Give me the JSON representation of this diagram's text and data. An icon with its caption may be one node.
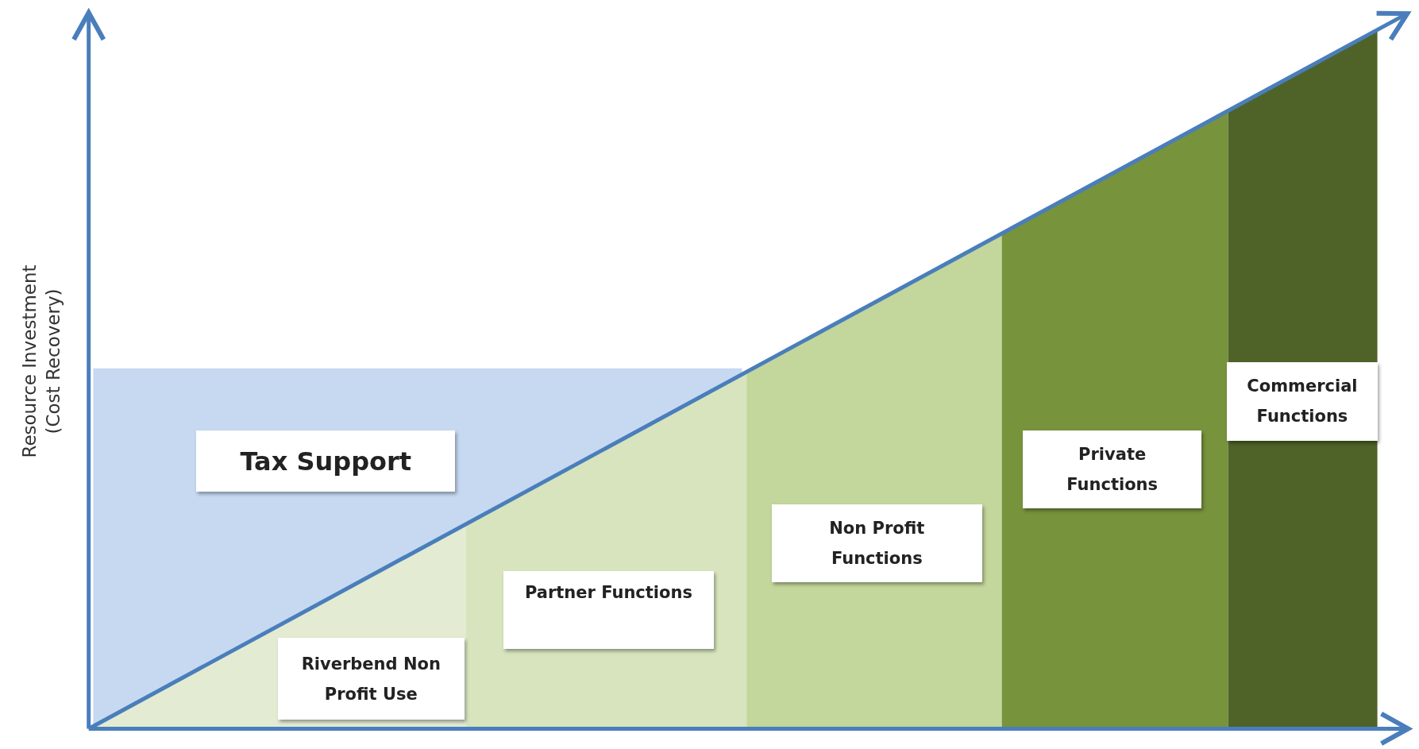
{
  "diagram": {
    "nodes": [
      {
        "text": [
          "Tax Support"
        ]
      },
      {
        "text": [
          "Riverbend Non Profit Use"
        ]
      },
      {
        "text": [
          "Partner Functions"
        ]
      },
      {
        "text": [
          "Non Profit Functions"
        ]
      },
      {
        "text": [
          "Private Functions"
        ]
      },
      {
        "text": [
          "Commercial Functions"
        ]
      }
    ],
    "labels": [
      "Resource Investment (Cost Recovery)"
    ]
  }
}
